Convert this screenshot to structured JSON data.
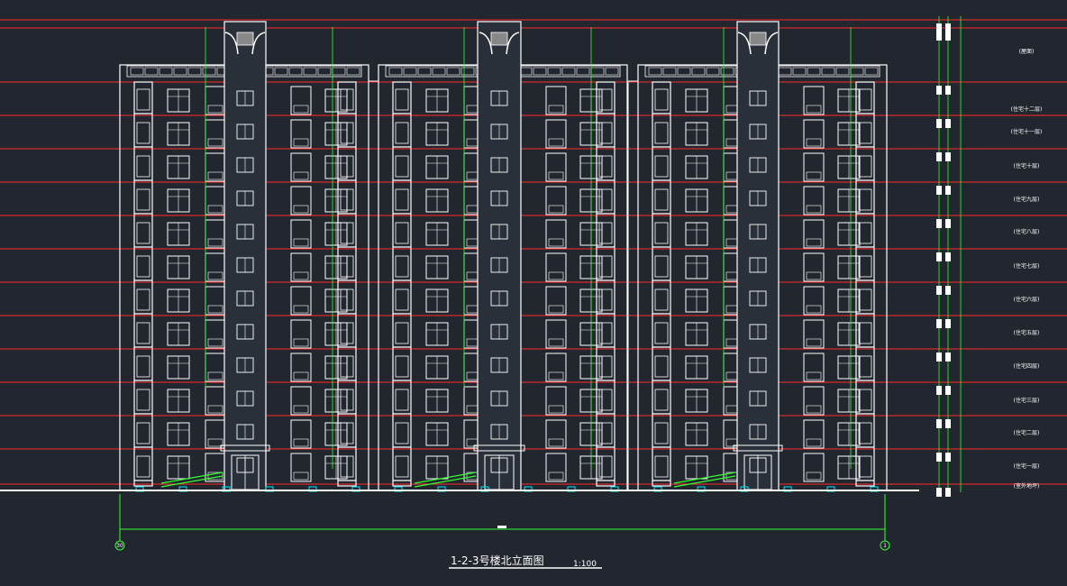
{
  "drawing": {
    "title": "1-2-3号楼北立面图",
    "scale": "1:100",
    "colors": {
      "background": "#21262f",
      "outline": "#ffffff",
      "level_line": "#ff2a2a",
      "dimension": "#33ff33",
      "ground_marker": "#00e5ff"
    },
    "floor_labels": [
      "(屋面)",
      "(住宅十二层)",
      "(住宅十一层)",
      "(住宅十层)",
      "(住宅九层)",
      "(住宅八层)",
      "(住宅七层)",
      "(住宅六层)",
      "(住宅五层)",
      "(住宅四层)",
      "(住宅三层)",
      "(住宅二层)",
      "(住宅一层)",
      "(室外地坪)"
    ],
    "axes": {
      "left": "30",
      "right": "1"
    }
  }
}
